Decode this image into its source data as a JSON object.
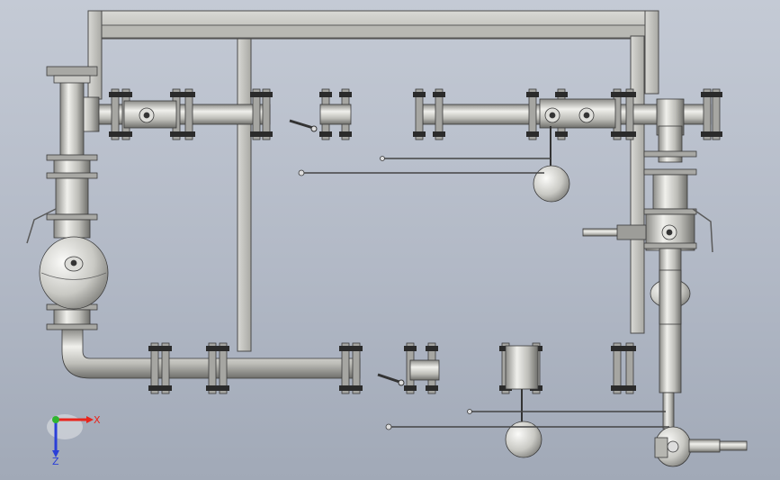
{
  "viewport": {
    "background_top": "#c4cad5",
    "background_bottom": "#a1a9b7"
  },
  "colors": {
    "frame": "#c7c7c2",
    "frame_edge": "#4a4a4a",
    "pipe_light": "#e6e6e3",
    "pipe_dark": "#8a8a86",
    "flange": "#a6a6a2",
    "bolt": "#2b2b2b",
    "axis_x": "#e8251c",
    "axis_y": "#2fb52f",
    "axis_z": "#2a3fd8"
  },
  "triad": {
    "x_label": "X",
    "z_label": "Z"
  },
  "components": [
    "frame-top-beam",
    "frame-left-post",
    "frame-middle-post",
    "frame-right-post",
    "header-pipe-top-left",
    "header-pipe-top-right",
    "header-pipe-bottom",
    "left-vertical-riser",
    "right-vertical-riser",
    "steam-trap-body",
    "pressure-reducing-valve",
    "gate-valve-left",
    "gate-valve-right",
    "float-ball-top",
    "float-ball-bottom"
  ]
}
